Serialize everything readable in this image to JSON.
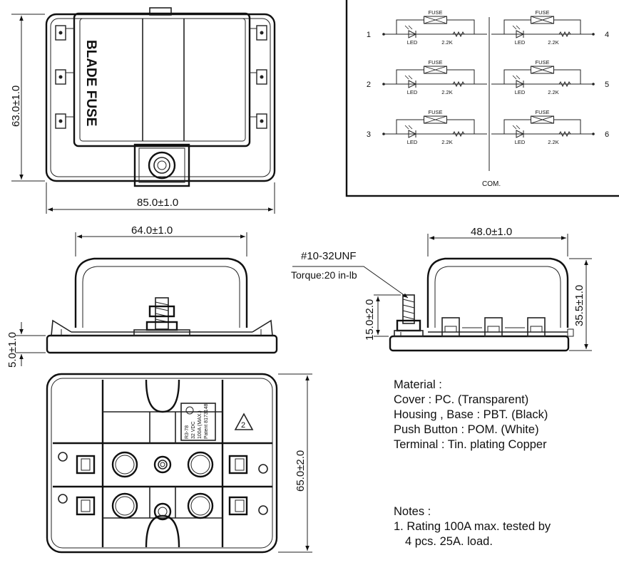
{
  "top_view": {
    "label": "BLADE FUSE",
    "width_dim": "85.0±1.0",
    "height_dim": "63.0±1.0"
  },
  "schematic": {
    "fuse_label": "FUSE",
    "led_label": "LED",
    "resistor_label": "2.2K",
    "common_label": "COM.",
    "circuits": [
      "1",
      "2",
      "3",
      "4",
      "5",
      "6"
    ]
  },
  "front_view": {
    "width_dim": "64.0±1.0",
    "base_height_dim": "5.0±1.0"
  },
  "side_view": {
    "width_dim": "48.0±1.0",
    "height_dim": "35.5±1.0",
    "stud_dim": "15.0±2.0",
    "thread_label": "#10-32UNF",
    "torque_label": "Torque:20 in-lb"
  },
  "bottom_view": {
    "height_dim": "65.0±2.0",
    "label_lines": [
      "R3-78",
      "32 VDC",
      "100A (MAX.)",
      "Patent 8173148"
    ],
    "warning_number": "2"
  },
  "material": {
    "heading": "Material :",
    "lines": [
      "Cover : PC. (Transparent)",
      "Housing , Base : PBT. (Black)",
      "Push Button : POM. (White)",
      "Terminal : Tin. plating Copper"
    ]
  },
  "notes": {
    "heading": "Notes :",
    "lines": [
      "1. Rating 100A max. tested by",
      "4 pcs. 25A. load."
    ]
  }
}
